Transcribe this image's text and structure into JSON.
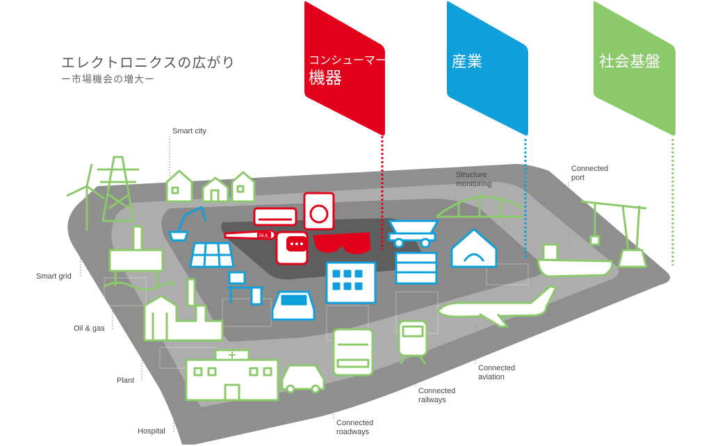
{
  "header": {
    "title": "エレクトロニクスの広がり",
    "subtitle": "ー市場機会の増大ー"
  },
  "flags": [
    {
      "line1": "コンシューマー",
      "line2": "機器",
      "color": "#e2001a"
    },
    {
      "line1": "産業",
      "line2": "",
      "color": "#0fa0dc"
    },
    {
      "line1": "社会基盤",
      "line2": "",
      "color": "#8cc96b"
    }
  ],
  "labels": {
    "smart_city": "Smart city",
    "smart_grid": "Smart grid",
    "oil_gas": "Oil & gas",
    "plant": "Plant",
    "hospital": "Hospital",
    "roadways_1": "Connected",
    "roadways_2": "roadways",
    "railways_1": "Connected",
    "railways_2": "railways",
    "aviation_1": "Connected",
    "aviation_2": "aviation",
    "structure_1": "Structure",
    "structure_2": "monitoring",
    "port_1": "Connected",
    "port_2": "port"
  },
  "gadgets": {
    "thermometer_reading": "36.6"
  },
  "colors": {
    "consumer": "#e2001a",
    "industry": "#0fa0dc",
    "infrastructure": "#8cc96b",
    "platform_outer": "#9e9e9e",
    "platform_mid": "#b3b3b3",
    "platform_inner": "#8c8c8c"
  }
}
